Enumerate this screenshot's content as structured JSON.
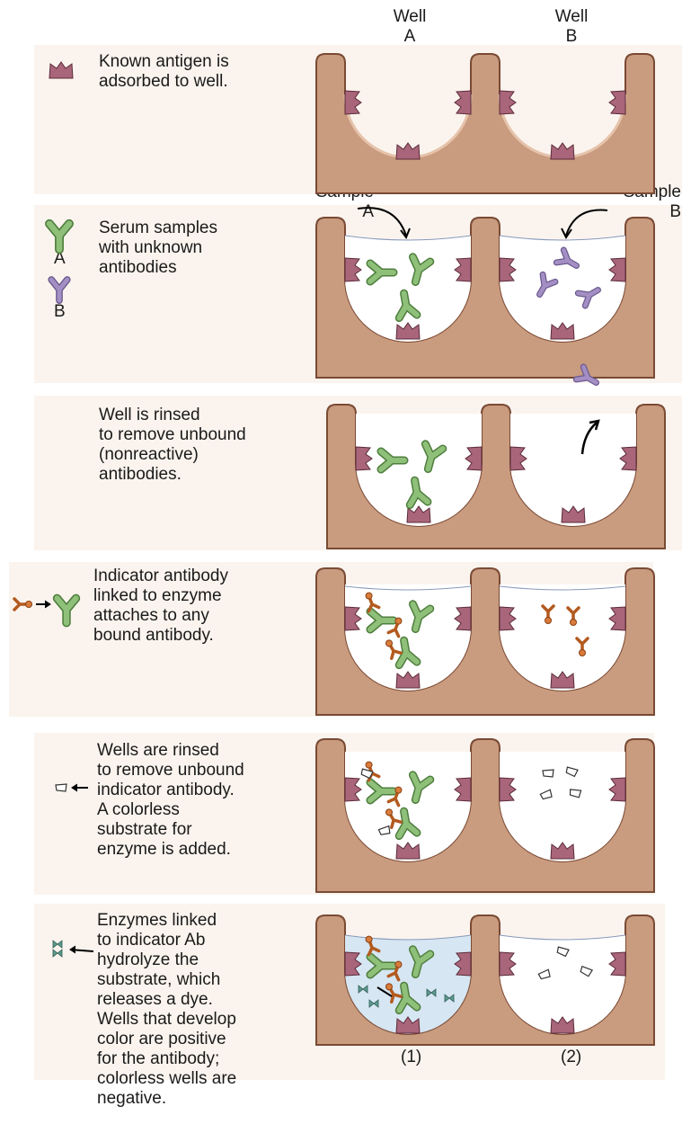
{
  "headers": {
    "well_a": "Well\nA",
    "well_b": "Well\nB"
  },
  "steps": [
    {
      "text": "Known antigen is\nadsorbed to well."
    },
    {
      "text": "Serum samples\nwith unknown\nantibodies",
      "legend_a": "A",
      "legend_b": "B",
      "sample_a": "Sample\nA",
      "sample_b": "Sample\nB"
    },
    {
      "text": "Well is rinsed\nto remove unbound\n(nonreactive)\nantibodies."
    },
    {
      "text": "Indicator antibody\nlinked to enzyme\nattaches to any\nbound antibody."
    },
    {
      "text": "Wells are rinsed\nto remove unbound\nindicator antibody.\nA colorless\nsubstrate for\nenzyme is added."
    },
    {
      "text": "Enzymes linked\nto indicator Ab\nhydrolyze the\nsubstrate, which\nreleases a dye.\nWells that develop\ncolor are positive\nfor the antibody;\ncolorless wells are\nnegative.",
      "well1_label": "(1)",
      "well2_label": "(2)"
    }
  ],
  "colors": {
    "panel_bg": "#fbf4ee",
    "well_fill": "#c99b7f",
    "well_dark": "#7a4a34",
    "antigen": "#a9657a",
    "antibody_a": "#8fc07a",
    "antibody_b": "#a48fc4",
    "enzyme": "#d97b3a",
    "dye": "#5b9a8e",
    "positive_fill": "#d6e6f2"
  }
}
